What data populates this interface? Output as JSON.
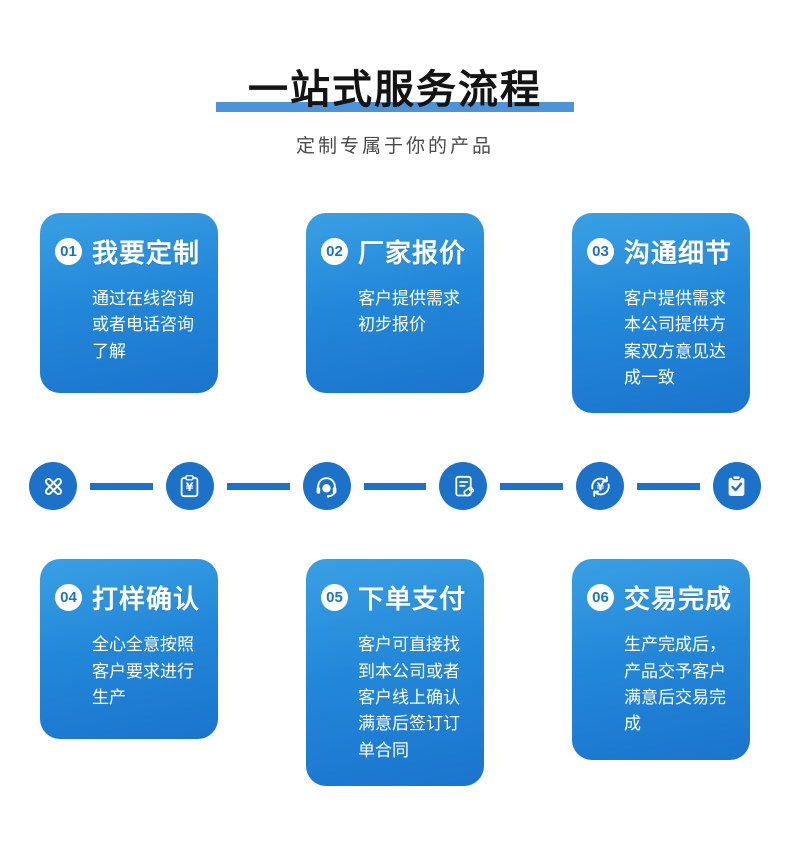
{
  "header": {
    "title": "一站式服务流程",
    "subtitle": "定制专属于你的产品"
  },
  "colors": {
    "title_underline": "#4a94dc",
    "icon_circle_blue": "#1b72c8",
    "card_gradient_top": "#3aa0e4",
    "card_gradient_bottom": "#1a74cd",
    "badge_background": "#ffffff",
    "badge_number": "#1a74cd",
    "title_text": "#141414",
    "subtitle_text": "#4a4a4a",
    "card_text": "#ffffff"
  },
  "steps": [
    {
      "num": "01",
      "title": "我要定制",
      "desc": "通过在线咨询或者电话咨询了解"
    },
    {
      "num": "02",
      "title": "厂家报价",
      "desc": "客户提供需求初步报价"
    },
    {
      "num": "03",
      "title": "沟通细节",
      "desc": "客户提供需求本公司提供方案双方意见达成一致"
    },
    {
      "num": "04",
      "title": "打样确认",
      "desc": "全心全意按照客户要求进行生产"
    },
    {
      "num": "05",
      "title": "下单支付",
      "desc": "客户可直接找到本公司或者客户线上确认满意后签订订单合同"
    },
    {
      "num": "06",
      "title": "交易完成",
      "desc": "生产完成后，产品交予客户满意后交易完成"
    }
  ],
  "flow_icons": [
    "pen-and-pencil-icon",
    "price-clipboard-yen-icon",
    "customer-service-headset-icon",
    "document-tag-icon",
    "currency-cycle-icon",
    "clipboard-check-icon"
  ],
  "currency_symbol": "¥"
}
